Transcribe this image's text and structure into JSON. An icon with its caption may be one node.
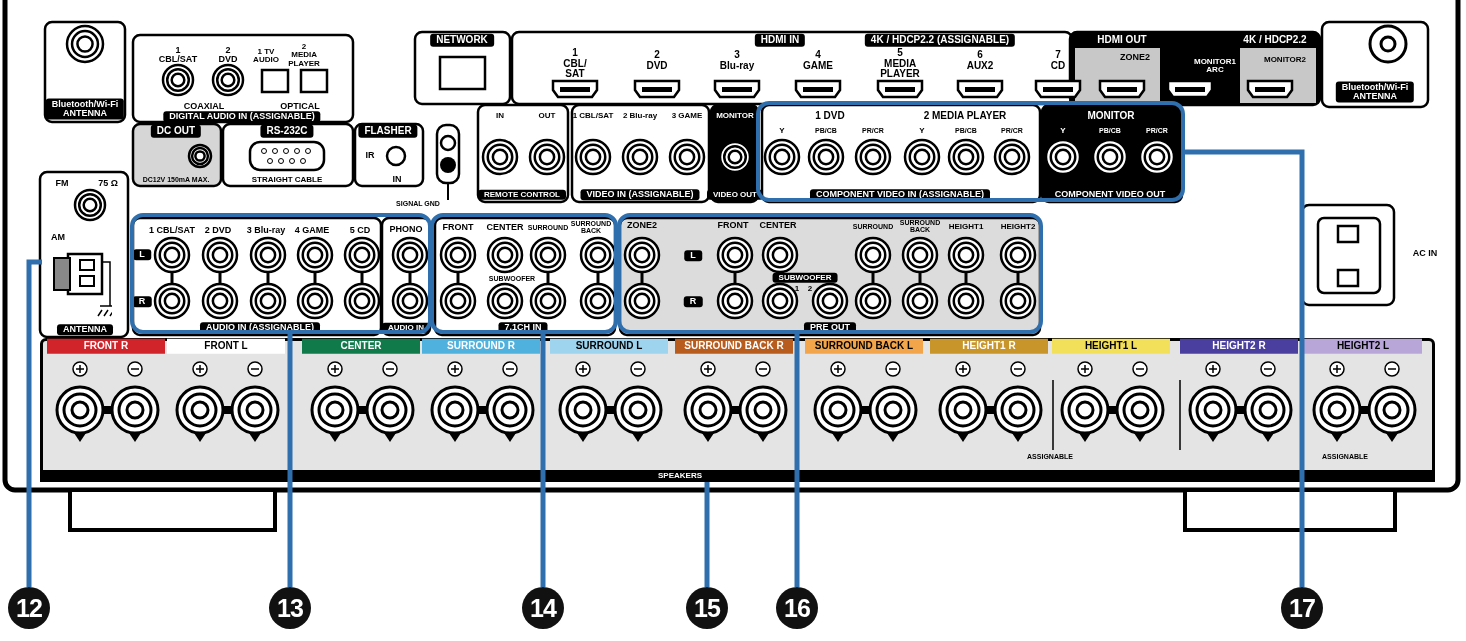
{
  "diagram": {
    "nodes": [
      {
        "text": [
          "12"
        ]
      },
      {
        "text": [
          "13"
        ]
      },
      {
        "text": [
          "14"
        ]
      },
      {
        "text": [
          "15"
        ]
      },
      {
        "text": [
          "16"
        ]
      },
      {
        "text": [
          "17"
        ]
      },
      {
        "text": [],
        "shape": "picture"
      },
      {
        "text": [],
        "shape": "box"
      },
      {
        "text": [],
        "shape": "box"
      },
      {
        "text": [],
        "shape": "picture"
      },
      {
        "text": [],
        "shape": "box"
      },
      {
        "text": [],
        "shape": "box"
      }
    ],
    "edges": [
      {
        "from": 0,
        "to": 6,
        "arrow": "none"
      },
      {
        "from": 1,
        "to": 7,
        "arrow": "none"
      },
      {
        "from": 2,
        "to": 8,
        "arrow": "none"
      },
      {
        "from": 3,
        "to": 9,
        "arrow": "none"
      },
      {
        "from": 4,
        "to": 10,
        "arrow": "none"
      },
      {
        "from": 5,
        "to": 11,
        "arrow": "none"
      }
    ],
    "labels": [
      "Bluetooth/Wi-Fi ANTENNA",
      "1 CBL/SAT",
      "2 DVD",
      "1 TV AUDIO",
      "2 MEDIA PLAYER",
      "COAXIAL",
      "OPTICAL",
      "DIGITAL AUDIO IN (ASSIGNABLE)",
      "NETWORK",
      "HDMI IN",
      "4K / HDCP2.2 (ASSIGNABLE)",
      "1 CBL/ SAT",
      "2 DVD",
      "3 Blu-ray",
      "4 GAME",
      "5 MEDIA PLAYER",
      "6 AUX2",
      "7 CD",
      "HDMI OUT",
      "4K / HDCP2.2",
      "ZONE2",
      "MONITOR1 ARC",
      "MONITOR2",
      "Bluetooth/Wi-Fi ANTENNA",
      "DC OUT",
      "DC12V 150mA MAX.",
      "RS-232C",
      "STRAIGHT CABLE",
      "FLASHER",
      "IR",
      "IN",
      "SIGNAL GND",
      "IN",
      "OUT",
      "REMOTE CONTROL",
      "1 CBL/SAT",
      "2 Blu-ray",
      "3 GAME",
      "VIDEO IN (ASSIGNABLE)",
      "MONITOR",
      "VIDEO OUT",
      "1 DVD",
      "Y",
      "PB/CB",
      "PR/CR",
      "2 MEDIA PLAYER",
      "Y",
      "PB/CB",
      "PR/CR",
      "COMPONENT VIDEO IN (ASSIGNABLE)",
      "MONITOR",
      "Y",
      "PB/CB",
      "PR/CR",
      "COMPONENT VIDEO OUT",
      "FM",
      "75 Ω",
      "AM",
      "ANTENNA",
      "1 CBL/SAT",
      "2 DVD",
      "3 Blu-ray",
      "4 GAME",
      "5 CD",
      "L",
      "R",
      "AUDIO IN (ASSIGNABLE)",
      "PHONO",
      "AUDIO IN",
      "FRONT",
      "CENTER",
      "SURROUND",
      "SURROUND BACK",
      "SUBWOOFER",
      "7.1CH IN",
      "ZONE2",
      "L",
      "R",
      "FRONT",
      "CENTER",
      "SUBWOOFER",
      "1",
      "2",
      "SURROUND",
      "SURROUND BACK",
      "HEIGHT1",
      "HEIGHT2",
      "PRE OUT",
      "AC IN",
      "FRONT R",
      "FRONT L",
      "CENTER",
      "SURROUND R",
      "SURROUND L",
      "SURROUND BACK R",
      "SURROUND BACK L",
      "HEIGHT1 R",
      "HEIGHT1 L",
      "HEIGHT2 R",
      "HEIGHT2 L",
      "ASSIGNABLE",
      "ASSIGNABLE",
      "SPEAKERS"
    ]
  }
}
